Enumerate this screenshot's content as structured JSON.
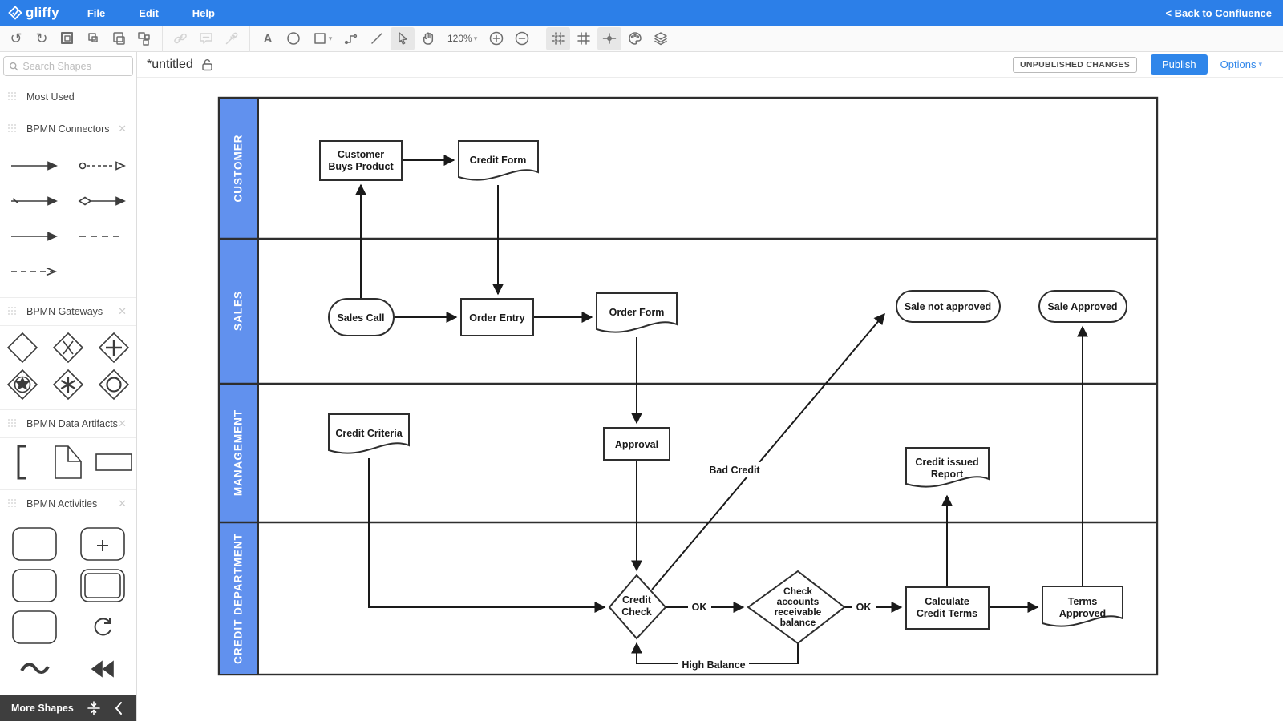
{
  "topbar": {
    "logo": "gliffy",
    "menus": [
      "File",
      "Edit",
      "Help"
    ],
    "back_link": "< Back to Confluence"
  },
  "toolbar": {
    "zoom_level": "120%",
    "icons": [
      "undo",
      "redo",
      "group",
      "ungroup",
      "duplicate",
      "arrange",
      "link",
      "comment",
      "eyedropper",
      "text-tool",
      "ellipse-tool",
      "rect-tool-dropdown",
      "connector-tool",
      "line-tool",
      "pointer-tool",
      "pan-tool",
      "zoom-in",
      "zoom-out",
      "snap-grid",
      "grid-toggle",
      "guides",
      "theme-palette",
      "layers"
    ]
  },
  "title_bar": {
    "title": "*untitled",
    "status_badge": "UNPUBLISHED CHANGES",
    "publish": "Publish",
    "options": "Options"
  },
  "sidebar": {
    "search_placeholder": "Search Shapes",
    "sections": {
      "most_used": "Most Used",
      "bpmn_connectors": "BPMN Connectors",
      "bpmn_gateways": "BPMN Gateways",
      "bpmn_data_artifacts": "BPMN Data Artifacts",
      "bpmn_activities": "BPMN Activities"
    },
    "more_shapes": "More Shapes"
  },
  "canvas": {
    "lanes": [
      "CUSTOMER",
      "SALES",
      "MANAGEMENT",
      "CREDIT DEPARTMENT"
    ],
    "nodes": {
      "customer_buys_product": [
        "Customer",
        "Buys Product"
      ],
      "credit_form": [
        "Credit Form"
      ],
      "sales_call": [
        "Sales Call"
      ],
      "order_entry": [
        "Order Entry"
      ],
      "order_form": [
        "Order Form"
      ],
      "sale_not_approved": [
        "Sale not approved"
      ],
      "sale_approved": [
        "Sale Approved"
      ],
      "credit_criteria": [
        "Credit Criteria"
      ],
      "approval": [
        "Approval"
      ],
      "credit_issued_report": [
        "Credit issued",
        "Report"
      ],
      "credit_check": [
        "Credit",
        "Check"
      ],
      "check_accounts": [
        "Check",
        "accounts",
        "receivable",
        "balance"
      ],
      "calculate_credit_terms": [
        "Calculate",
        "Credit Terms"
      ],
      "terms_approved": [
        "Terms",
        "Approved"
      ]
    },
    "edge_labels": {
      "ok_1": "OK",
      "ok_2": "OK",
      "bad_credit": "Bad Credit",
      "high_balance": "High Balance"
    }
  },
  "colors": {
    "topbar_blue": "#2c7fe8",
    "accent_blue": "#2f86ea",
    "lane_header_blue": "#6191ee",
    "diagram_stroke": "#1a1a1a"
  }
}
